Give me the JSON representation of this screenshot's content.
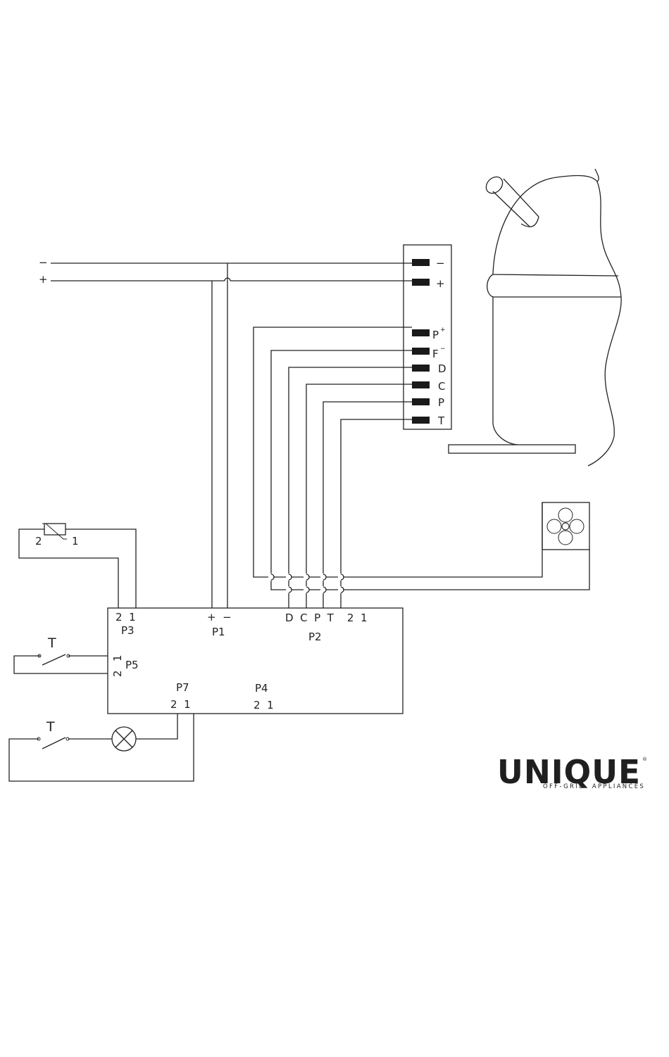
{
  "supply": {
    "minus": "−",
    "plus": "+"
  },
  "compressor_terminals": {
    "minus": "−",
    "plus": "+",
    "p_plus": "P",
    "p_plus_sup": "+",
    "f_minus": "F",
    "f_minus_sup": "−",
    "d": "D",
    "c": "C",
    "p": "P",
    "t": "T"
  },
  "thermistor": {
    "pin2": "2",
    "pin1": "1"
  },
  "board": {
    "p3_pins": "2  1",
    "p3": "P3",
    "p1_pins": "+  −",
    "p1": "P1",
    "p2_pins": "D  C  P  T    2  1",
    "p2": "P2",
    "p5_pin1": "1",
    "p5_pin2": "2",
    "p5": "P5",
    "p7": "P7",
    "p7_pins": "2  1",
    "p4": "P4",
    "p4_pins": "2  1"
  },
  "switch_labels": {
    "door_switch": "T",
    "light_switch": "T"
  },
  "logo": {
    "name": "UNIQUE",
    "tagline": "OFF-GRID  APPLIANCES",
    "reg": "®"
  }
}
